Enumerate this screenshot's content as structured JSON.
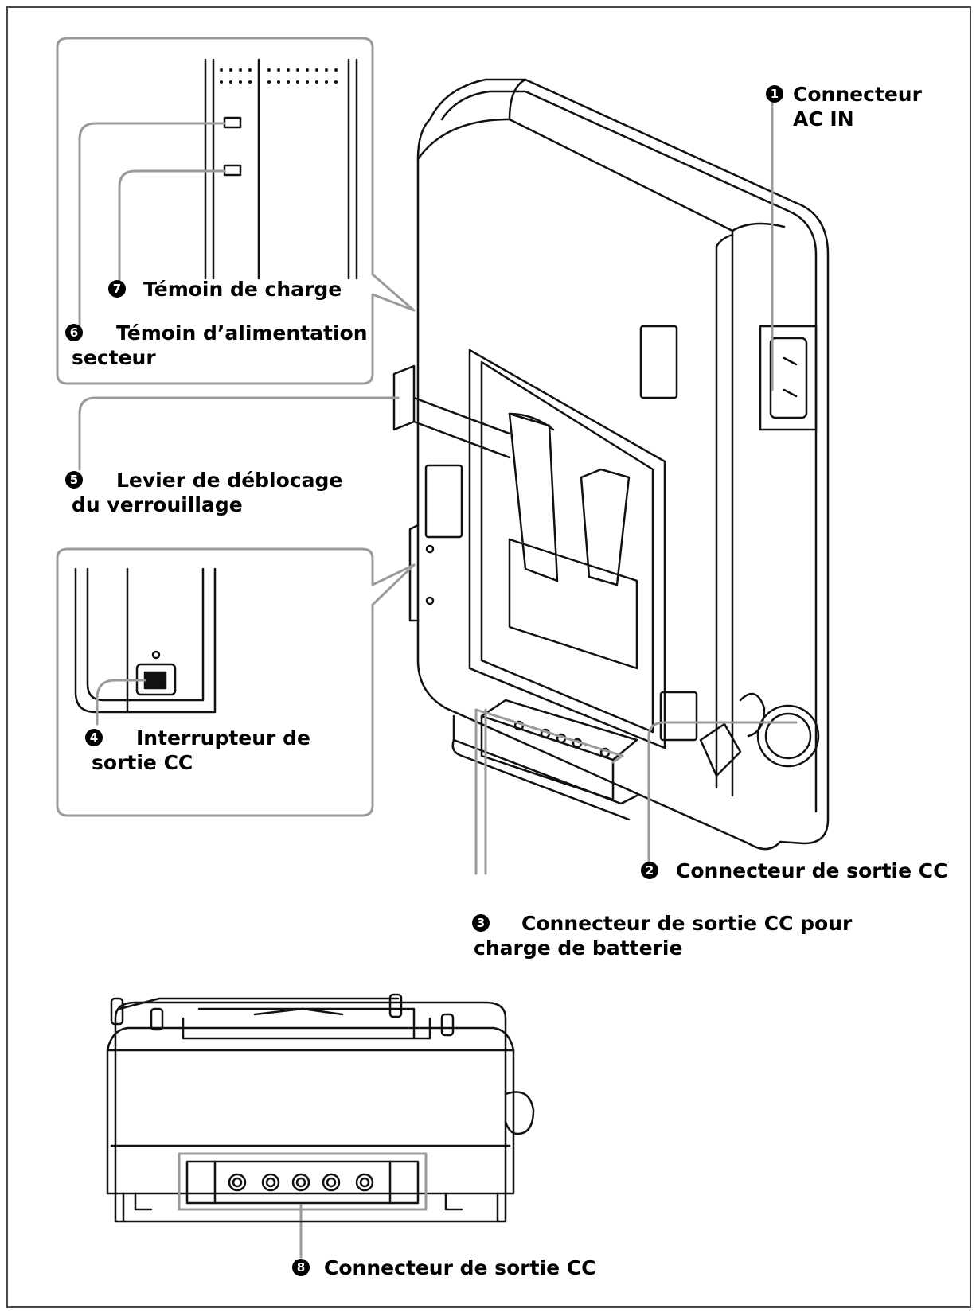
{
  "callouts": [
    {
      "num": "1",
      "text": "Connecteur\nAC IN"
    },
    {
      "num": "2",
      "text": "Connecteur de sortie CC"
    },
    {
      "num": "3",
      "text": "Connecteur de sortie CC pour\ncharge de batterie"
    },
    {
      "num": "4",
      "text": "Interrupteur de\nsortie CC"
    },
    {
      "num": "5",
      "text": "Levier de déblocage\ndu verrouillage"
    },
    {
      "num": "6",
      "text": "Témoin d’alimentation\nsecteur"
    },
    {
      "num": "7",
      "text": "Témoin de charge"
    },
    {
      "num": "8",
      "text": "Connecteur de sortie CC"
    }
  ],
  "colors": {
    "line": "#111111",
    "callout_line": "#9a9a9a",
    "frame": "#4a4a4a"
  }
}
